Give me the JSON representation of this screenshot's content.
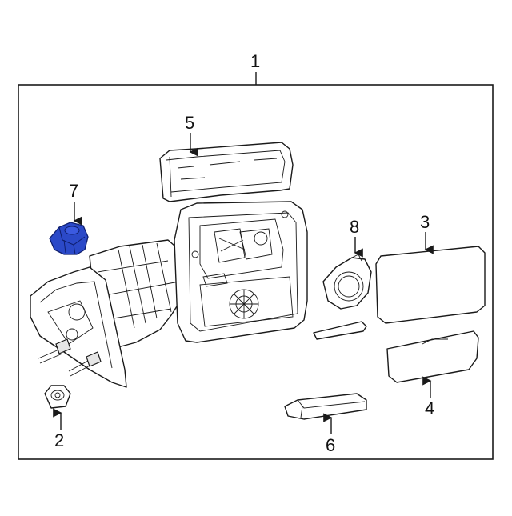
{
  "callouts": {
    "c1": "1",
    "c2": "2",
    "c3": "3",
    "c4": "4",
    "c5": "5",
    "c6": "6",
    "c7": "7",
    "c8": "8"
  },
  "colors": {
    "highlight": "#2b49c8",
    "line": "#1a1a1a",
    "frame": "#1a1a1a",
    "background": "#ffffff"
  }
}
